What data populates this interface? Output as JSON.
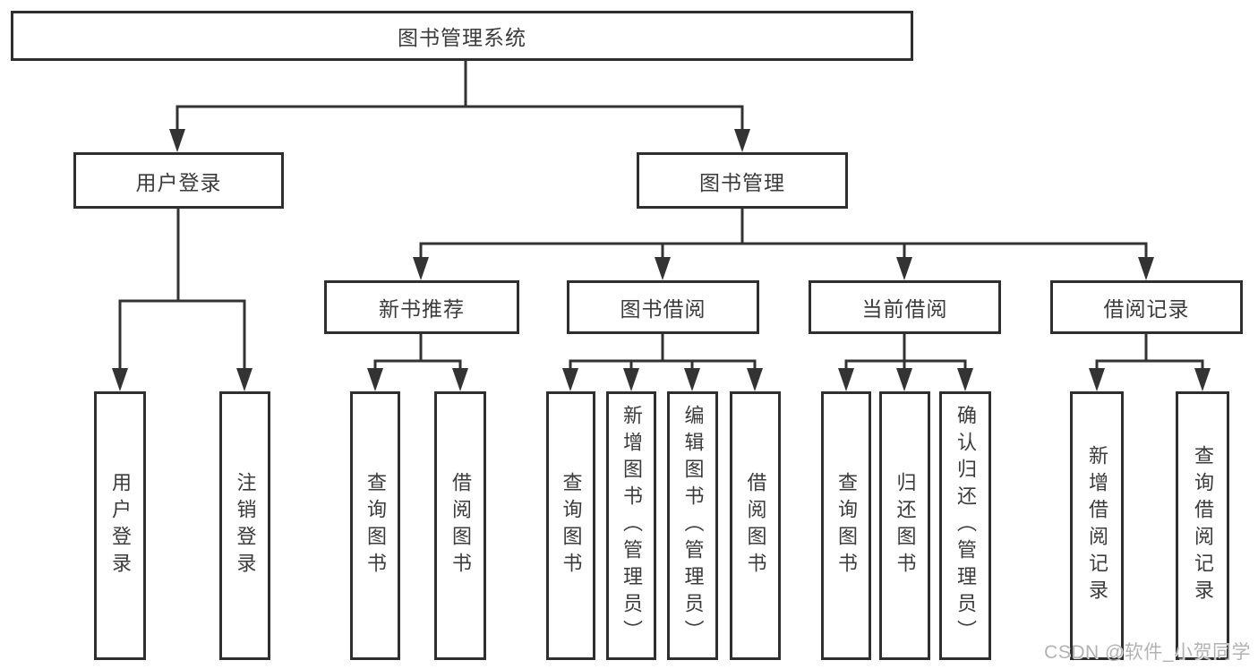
{
  "diagram": {
    "root": {
      "label": "图书管理系统"
    },
    "level2": [
      {
        "label": "用户登录"
      },
      {
        "label": "图书管理"
      }
    ],
    "level3": [
      {
        "label": "新书推荐"
      },
      {
        "label": "图书借阅"
      },
      {
        "label": "当前借阅"
      },
      {
        "label": "借阅记录"
      }
    ],
    "leaves": {
      "user_login": [
        "用户登录",
        "注销登录"
      ],
      "new_book": [
        "查询图书",
        "借阅图书"
      ],
      "book_borrow": [
        "查询图书",
        "新增图书（管理员）",
        "编辑图书（管理员）",
        "借阅图书"
      ],
      "current_borrow": [
        "查询图书",
        "归还图书",
        "确认归还（管理员）"
      ],
      "borrow_record": [
        "新增借阅记录",
        "查询借阅记录"
      ]
    }
  },
  "watermark": {
    "text": "CSDN @软件_小贺同学"
  }
}
